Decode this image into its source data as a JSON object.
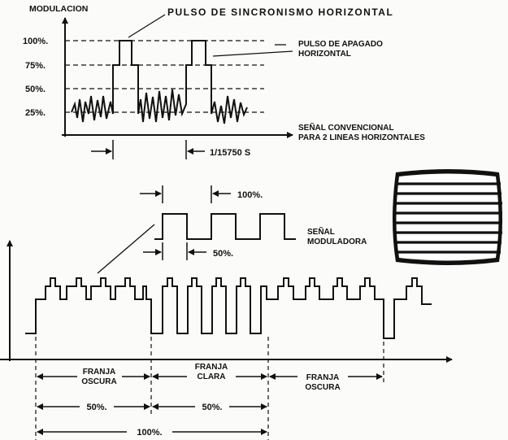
{
  "top": {
    "ylabel": "MODULACION",
    "title": "PULSO DE SINCRONISMO HORIZONTAL",
    "ticks": [
      "100%.",
      "75%.",
      "50%.",
      "25%."
    ],
    "blanking_label_1": "PULSO DE APAGADO",
    "blanking_label_2": "HORIZONTAL",
    "signal_label_1": "SEÑAL CONVENCIONAL",
    "signal_label_2": "PARA 2 LINEAS HORIZONTALES",
    "period": "1/15750 S"
  },
  "middle": {
    "pct_100": "100%.",
    "pct_50": "50%.",
    "mod_label_1": "SEÑAL",
    "mod_label_2": "MODULADORA"
  },
  "bottom": {
    "franja1_1": "FRANJA",
    "franja1_2": "OSCURA",
    "franja2_1": "FRANJA",
    "franja2_2": "CLARA",
    "franja3_1": "FRANJA",
    "franja3_2": "OSCURA",
    "pct_50_a": "50%.",
    "pct_50_b": "50%.",
    "pct_100": "100%."
  },
  "screen_icon": "tv-screen-horizontal-bars"
}
